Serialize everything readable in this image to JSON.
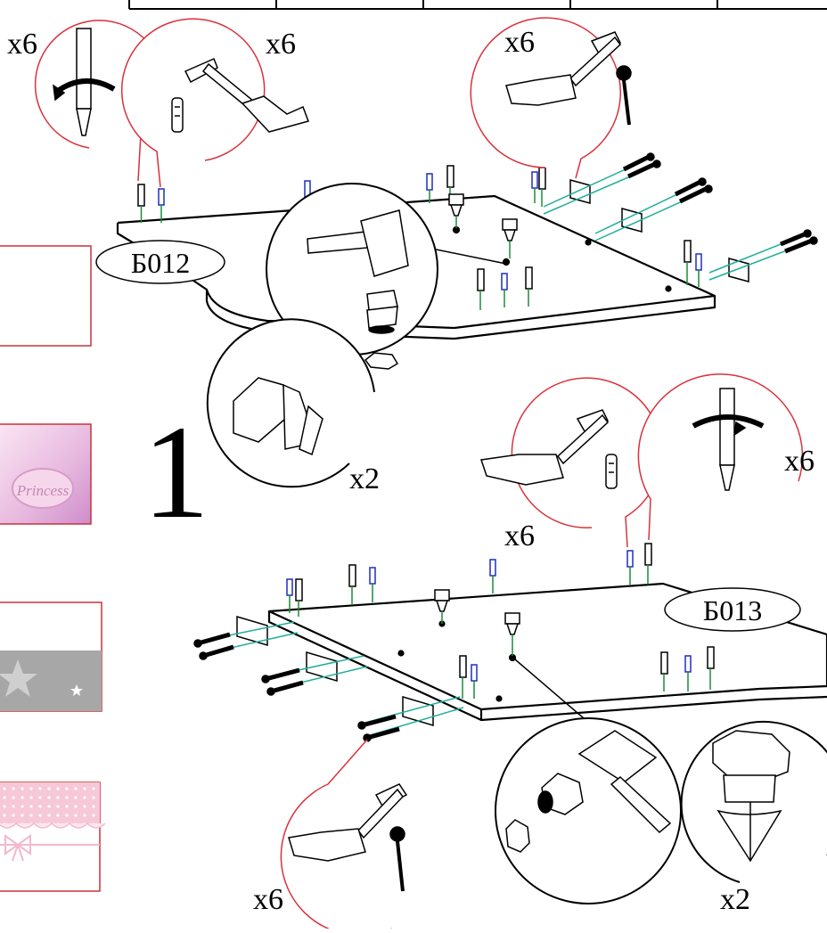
{
  "step_number": "1",
  "parts": {
    "panel_top": "Б012",
    "panel_bottom": "Б013"
  },
  "quantities": {
    "screw_top_left": "x6",
    "dowel_top_left": "x6",
    "nail_top": "x6",
    "foot_top": "x2",
    "dowel_right": "x6",
    "screw_right": "x6",
    "nail_bottom": "x6",
    "foot_bottom": "x2"
  },
  "icons": {
    "screwdriver": "screwdriver-rotate-icon",
    "hammer": "hammer-icon",
    "dowel": "wooden-dowel-icon",
    "nail": "nail-icon",
    "foot": "adjustable-foot-icon",
    "bracket": "metal-bracket-icon"
  },
  "colors": {
    "callout_outline": "#d8323c",
    "dowel_blue": "#1f2fbf",
    "screw_green": "#1a8c3a",
    "guide_teal": "#1fae9a",
    "swatch_frame": "#c9323c",
    "swatch_pink": "#e2a9d6",
    "swatch_gray": "#a7a7a7",
    "swatch_dots": "#f7c8d8"
  },
  "swatches": [
    {
      "id": "plain"
    },
    {
      "id": "princess",
      "label": "Princess"
    },
    {
      "id": "stars"
    },
    {
      "id": "dots-bow"
    }
  ]
}
